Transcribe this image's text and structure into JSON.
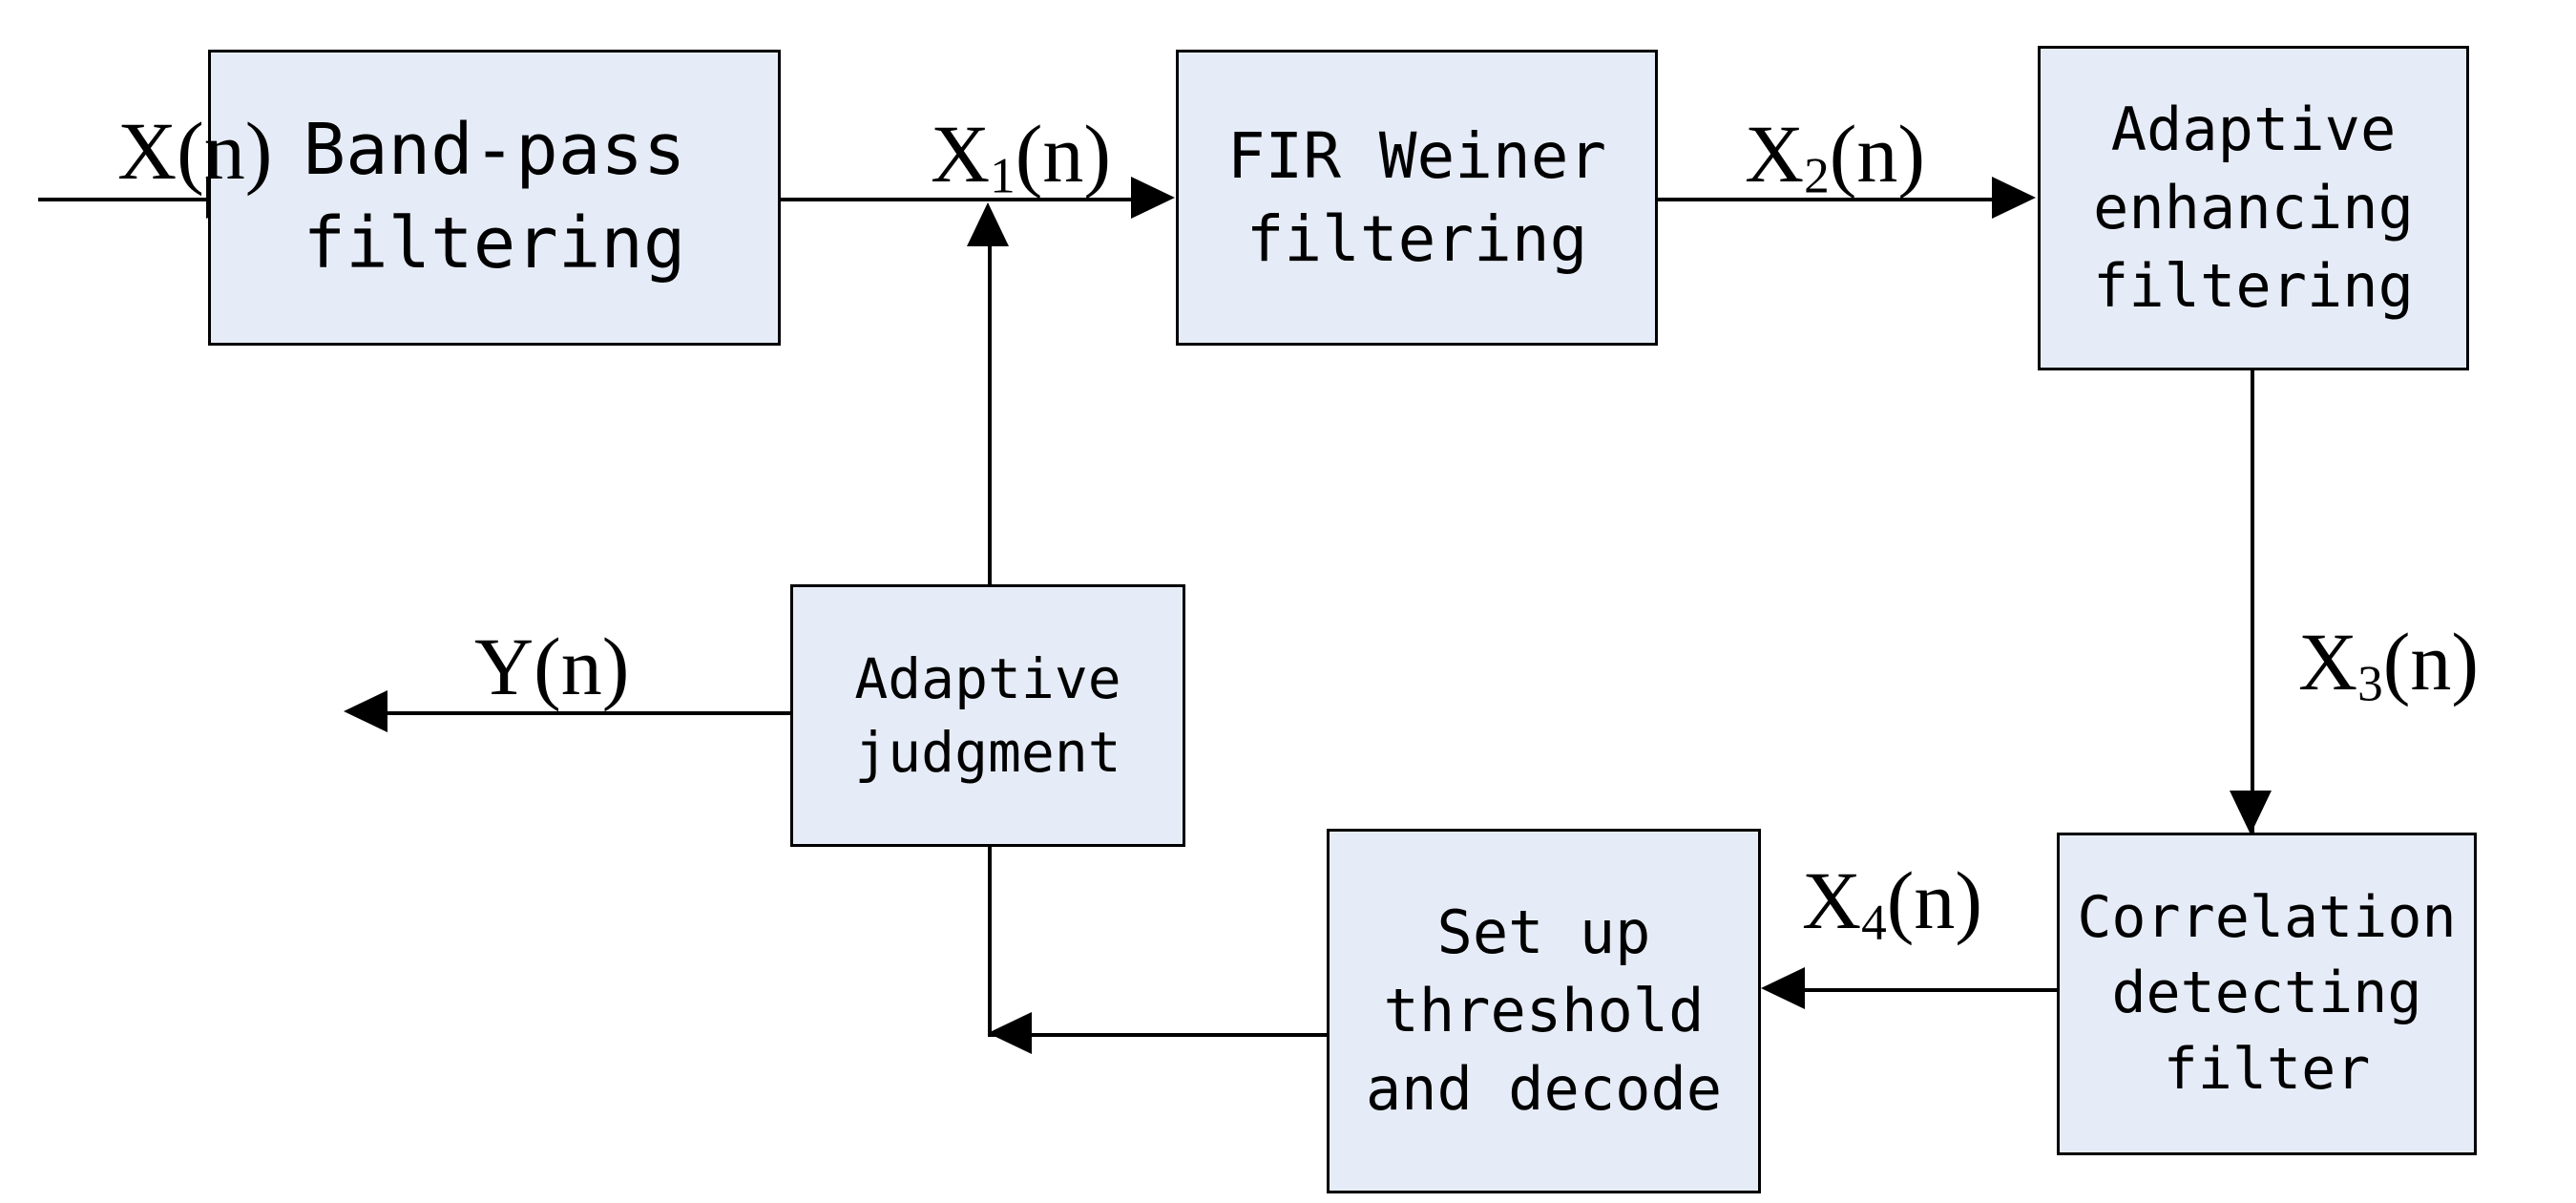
{
  "diagram": {
    "title": "Adaptive signal detection and decoding block diagram",
    "colors": {
      "box_fill": "#e6ecf7",
      "box_border": "#000000",
      "line": "#000000",
      "background": "#ffffff",
      "text": "#000000"
    },
    "blocks": [
      {
        "id": "band-pass-filtering",
        "lines": [
          "Band-pass",
          "filtering"
        ],
        "line1": "Band-pass",
        "line2": "filtering",
        "line3": ""
      },
      {
        "id": "fir-weiner-filtering",
        "lines": [
          "FIR Weiner",
          "filtering"
        ],
        "line1": "FIR Weiner",
        "line2": "filtering",
        "line3": ""
      },
      {
        "id": "adaptive-enhancing-filtering",
        "lines": [
          "Adaptive",
          "enhancing",
          "filtering"
        ],
        "line1": "Adaptive",
        "line2": "enhancing",
        "line3": "filtering"
      },
      {
        "id": "correlation-detecting-filter",
        "lines": [
          "Correlation",
          "detecting",
          "filter"
        ],
        "line1": "Correlation",
        "line2": "detecting",
        "line3": "filter"
      },
      {
        "id": "set-up-threshold-and-decode",
        "lines": [
          "Set up",
          "threshold",
          "and decode"
        ],
        "line1": "Set up",
        "line2": "threshold",
        "line3": "and decode"
      },
      {
        "id": "adaptive-judgment",
        "lines": [
          "Adaptive",
          "judgment"
        ],
        "line1": "Adaptive",
        "line2": "judgment",
        "line3": ""
      }
    ],
    "signals": {
      "input": {
        "base": "X",
        "sub": "",
        "suffix": "(n)",
        "text": "X(n)"
      },
      "x1": {
        "base": "X",
        "sub": "1",
        "suffix": "(n)",
        "text": "X1(n)"
      },
      "x2": {
        "base": "X",
        "sub": "2",
        "suffix": "(n)",
        "text": "X2(n)"
      },
      "x3": {
        "base": "X",
        "sub": "3",
        "suffix": "(n)",
        "text": "X3(n)"
      },
      "x4": {
        "base": "X",
        "sub": "4",
        "suffix": "(n)",
        "text": "X4(n)"
      },
      "output": {
        "base": "Y",
        "sub": "",
        "suffix": "(n)",
        "text": "Y(n)"
      }
    }
  }
}
